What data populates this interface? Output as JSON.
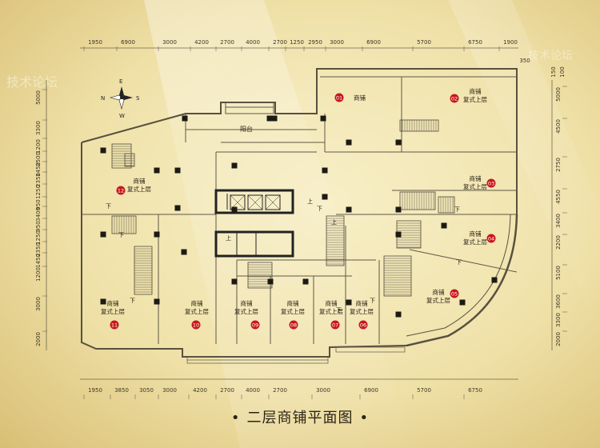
{
  "title": "二层商铺平面图",
  "title_dot": "•",
  "compass": {
    "n": "N",
    "s": "S",
    "e": "E",
    "w": "W"
  },
  "watermark": "技术论坛",
  "dims_top": [
    "1950",
    "6900",
    "3000",
    "4200",
    "2700",
    "4000",
    "2700",
    "1250",
    "2950",
    "3000",
    "6900",
    "5700",
    "6750",
    "1900"
  ],
  "dims_bottom": [
    "1950",
    "3850",
    "3050",
    "3000",
    "4200",
    "2700",
    "4000",
    "2700",
    "3000",
    "6900",
    "5700",
    "6750"
  ],
  "dims_left": [
    "5000",
    "3300",
    "1200",
    "2500",
    "1450",
    "2350",
    "1250",
    "950",
    "3400",
    "950",
    "1250",
    "2350",
    "1450",
    "1200",
    "3000",
    "2000"
  ],
  "dims_right": [
    "5000",
    "4500",
    "2750",
    "4550",
    "3400",
    "2200",
    "5100",
    "3600",
    "3300",
    "2000"
  ],
  "dims_right_top": [
    "350",
    "150",
    "100"
  ],
  "balcony_label": "阳台",
  "stair_up": "上",
  "stair_down": "下",
  "shops": [
    {
      "num": "01",
      "l1": "商铺",
      "l2": ""
    },
    {
      "num": "02",
      "l1": "商铺",
      "l2": "复式上层"
    },
    {
      "num": "03",
      "l1": "商铺",
      "l2": "复式上层"
    },
    {
      "num": "04",
      "l1": "商铺",
      "l2": "复式上层"
    },
    {
      "num": "05",
      "l1": "商铺",
      "l2": "复式上层"
    },
    {
      "num": "06",
      "l1": "商铺",
      "l2": "复式上层"
    },
    {
      "num": "07",
      "l1": "商铺",
      "l2": "复式上层"
    },
    {
      "num": "08",
      "l1": "商铺",
      "l2": "复式上层"
    },
    {
      "num": "09",
      "l1": "商铺",
      "l2": "复式上层"
    },
    {
      "num": "10",
      "l1": "商铺",
      "l2": "复式上层"
    },
    {
      "num": "11",
      "l1": "商铺",
      "l2": "复式上层"
    },
    {
      "num": "12",
      "l1": "商铺",
      "l2": "复式上层"
    }
  ],
  "colors": {
    "bg_light": "#f7eec2",
    "bg_dark": "#d9c27a",
    "line": "#4a4536",
    "wall": "#5a5546",
    "badge": "#c8161d",
    "text": "#2b2417"
  }
}
